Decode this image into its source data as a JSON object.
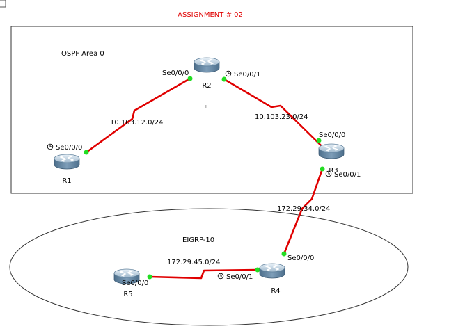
{
  "title": "ASSIGNMENT # 02",
  "areas": {
    "ospf": "OSPF Area 0",
    "eigrp": "EIGRP-10"
  },
  "routers": {
    "r1": "R1",
    "r2": "R2",
    "r3": "R3",
    "r4": "R4",
    "r5": "R5"
  },
  "networks": {
    "n12": "10.103.12.0/24",
    "n23": "10.103.23.0/24",
    "n34": "172.29.34.0/24",
    "n45": "172.29.45.0/24"
  },
  "interfaces": {
    "r1_s000": "Se0/0/0",
    "r2_s000": "Se0/0/0",
    "r2_s001": "Se0/0/1",
    "r3_s000": "Se0/0/0",
    "r3_s001": "Se0/0/1",
    "r4_s000": "Se0/0/0",
    "r4_s001": "Se0/0/1",
    "r5_s000": "Se0/0/0"
  },
  "colors": {
    "link": "#e00000",
    "port": "#22dd22",
    "title": "#e00000"
  }
}
